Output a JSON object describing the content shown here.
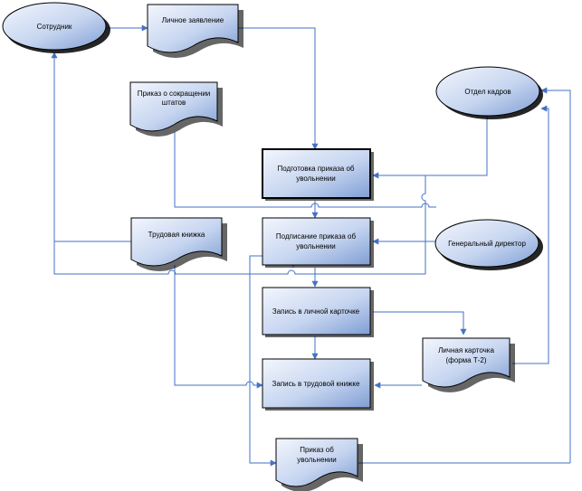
{
  "nodes": {
    "employee": "Сотрудник",
    "personal_statement": "Личное заявление",
    "staff_reduction_order": [
      "Приказ о сокращении",
      "штатов"
    ],
    "hr_department": "Отдел кадров",
    "prepare_dismissal_order": [
      "Подготовка приказа об",
      "увольнении"
    ],
    "work_record_book": "Трудовая книжка",
    "sign_dismissal_order": [
      "Подписание приказа об",
      "увольнении"
    ],
    "general_director": "Генеральный директор",
    "personal_card_entry": "Запись в личной карточке",
    "personal_card_t2": [
      "Личная карточка",
      "(форма Т-2)"
    ],
    "work_book_entry": "Запись в трудовой книжке",
    "dismissal_order": [
      "Приказ об",
      "увольнении"
    ]
  },
  "colors": {
    "connector": "#4472c4",
    "fill_light": "#f2f5fc",
    "fill_dark": "#7f9ed4",
    "stroke": "#000000"
  }
}
